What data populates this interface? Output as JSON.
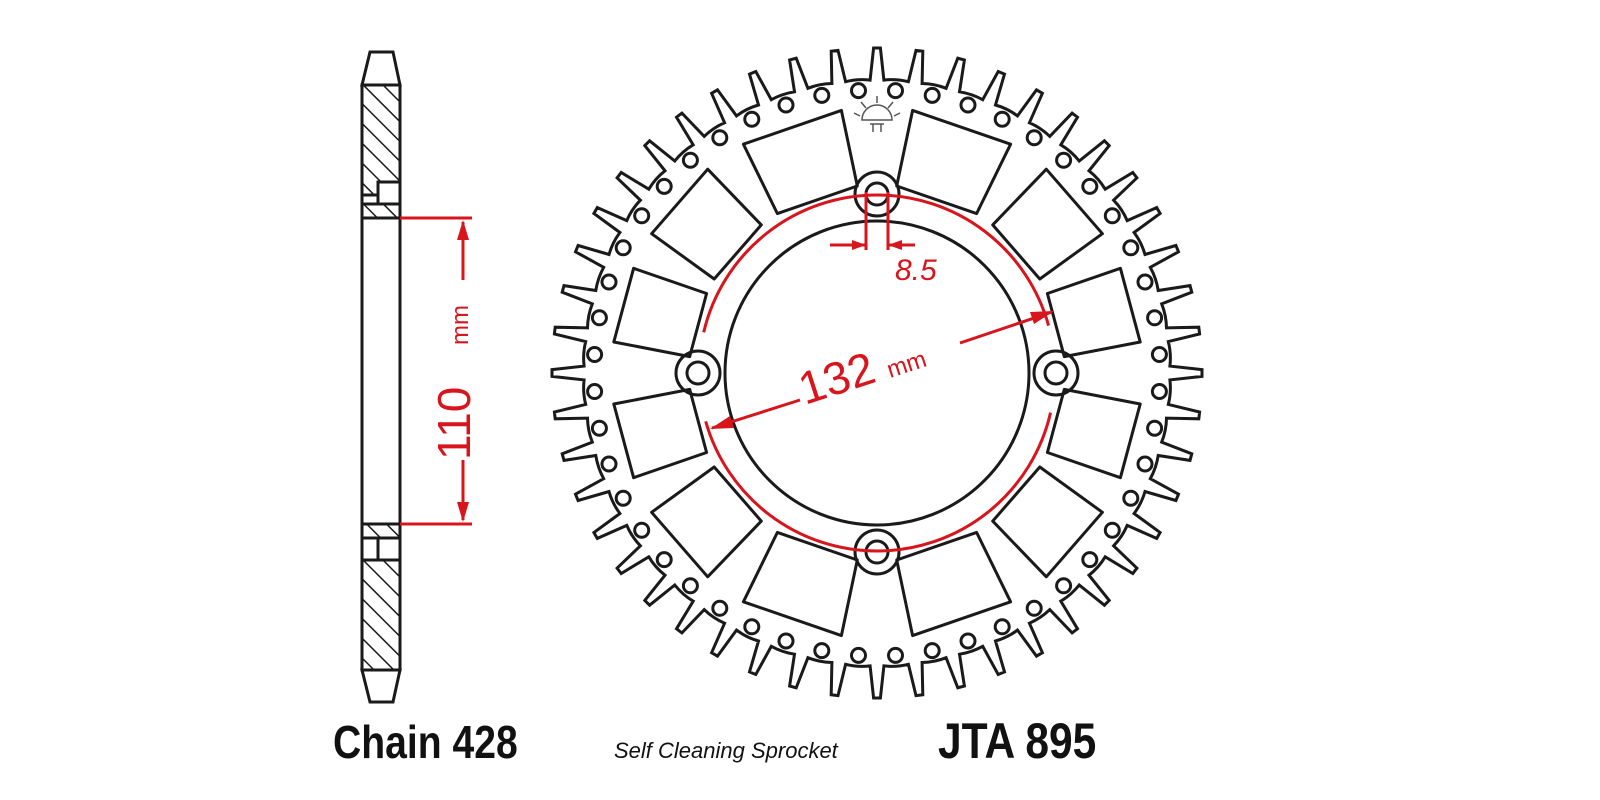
{
  "labels": {
    "chain": "Chain 428",
    "description": "Self Cleaning Sprocket",
    "model": "JTA 895"
  },
  "dimensions": {
    "hub_height_value": "110",
    "hub_height_unit": "mm",
    "pcd_value": "132",
    "pcd_unit": "mm",
    "bolt_hole": "8.5"
  },
  "sprocket": {
    "teeth": 48,
    "bolts": 4,
    "windows": 12
  },
  "colors": {
    "line": "#1a1a1a",
    "dimension": "#d8141c"
  }
}
